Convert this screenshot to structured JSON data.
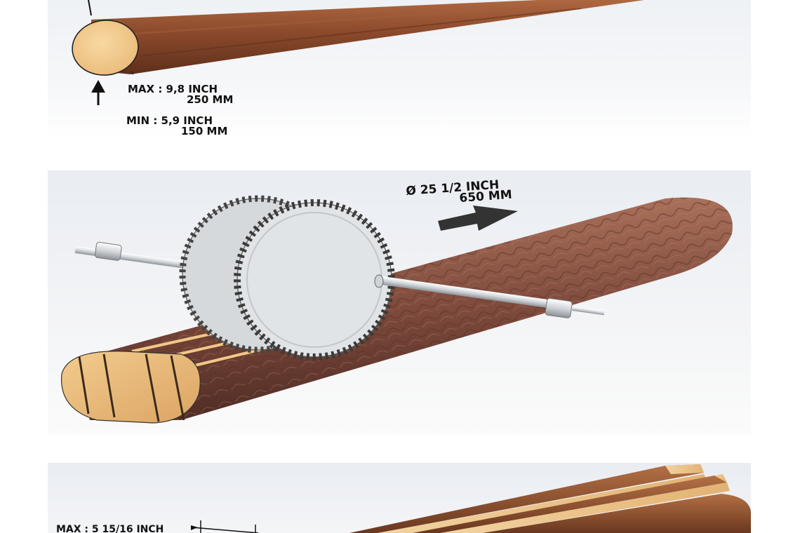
{
  "panel_top": {
    "max_label": "MAX : 9,8 INCH",
    "max_mm": "250 MM",
    "min_label": "MIN : 5,9 INCH",
    "min_mm": "150 MM"
  },
  "panel_middle": {
    "blade_diameter": "Ø 25 1/2 INCH",
    "blade_mm": "650 MM"
  },
  "panel_bottom": {
    "max_label": "MAX : 5 15/16 INCH"
  },
  "colors": {
    "log_bark": "#8a4a2e",
    "log_end": "#f0c98a",
    "blade": "#cfd3d6",
    "shaft": "#d9dde0",
    "background": "#eef1f5"
  }
}
